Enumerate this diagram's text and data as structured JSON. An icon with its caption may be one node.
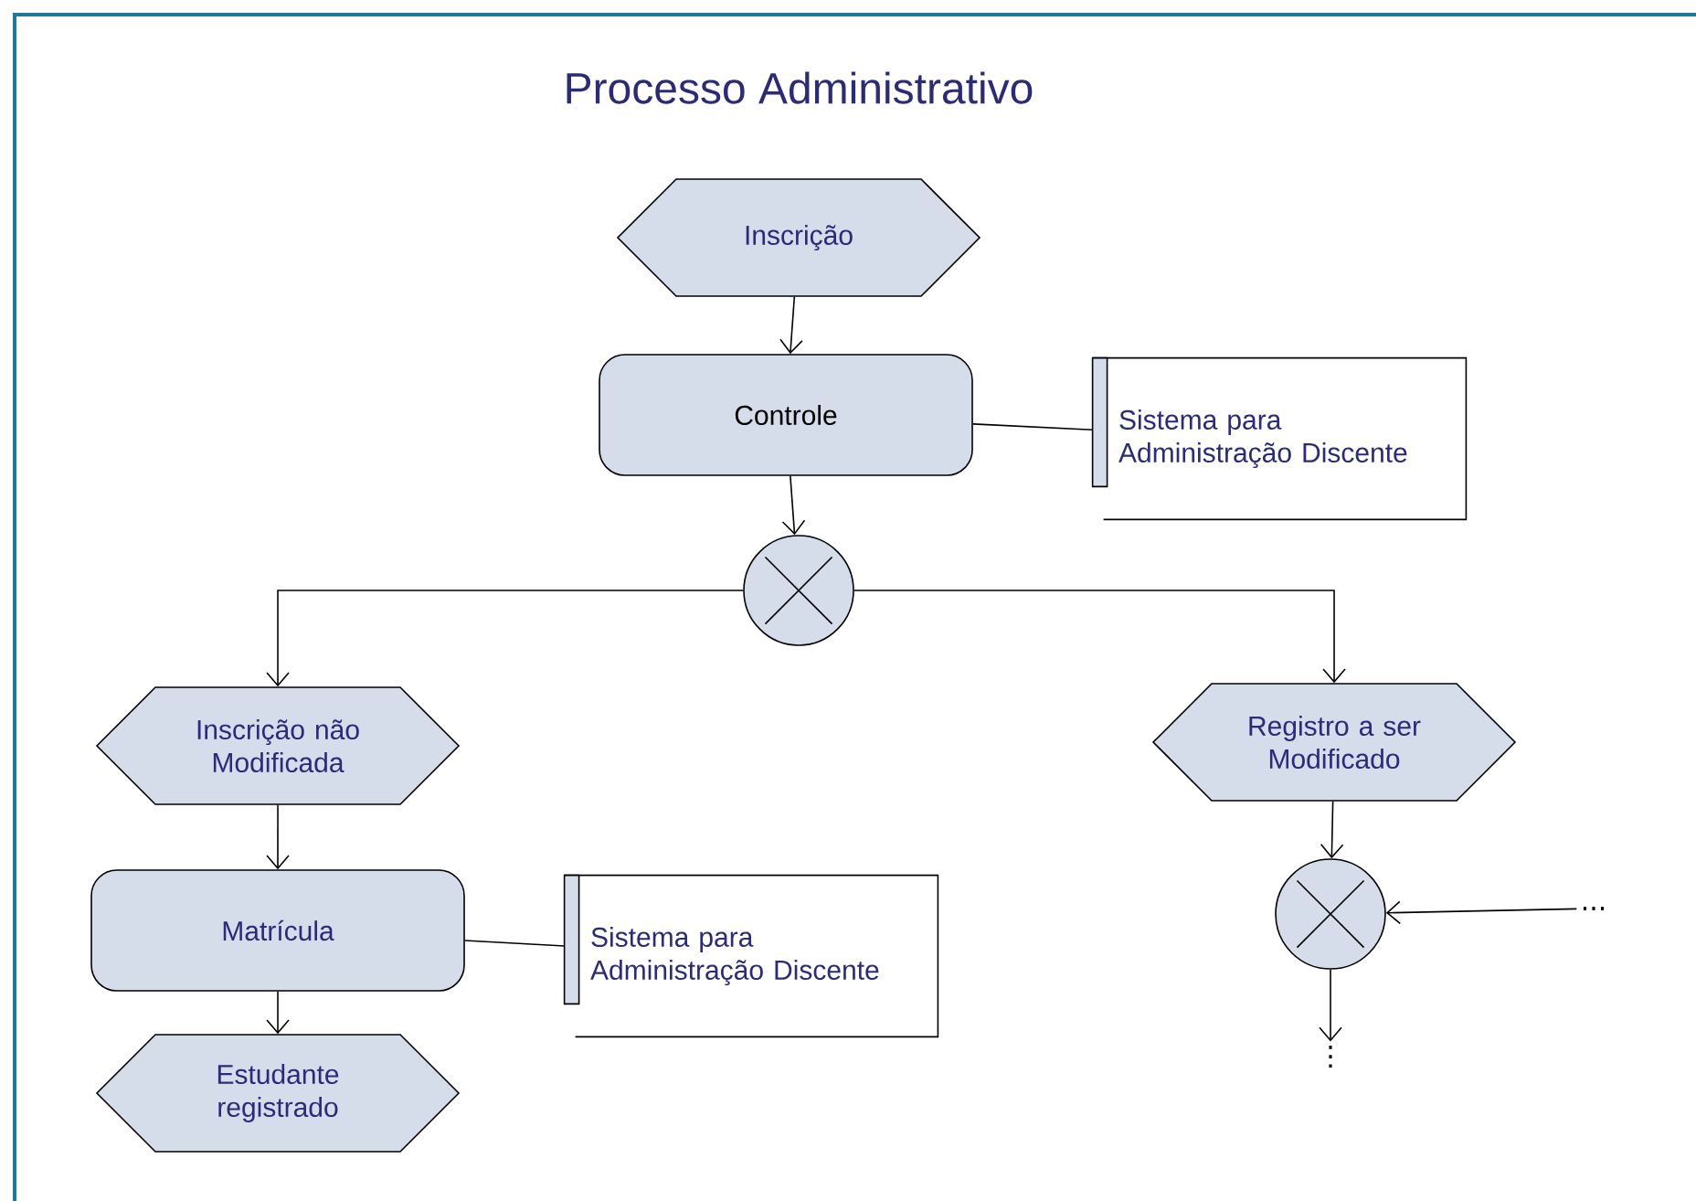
{
  "diagram": {
    "title": "Processo Administrativo",
    "nodes": [
      {
        "text": [
          "Inscrição"
        ]
      },
      {
        "text": [
          "Controle"
        ]
      },
      {
        "text": [
          "Sistema para Administração Discente"
        ]
      },
      {
        "text": [],
        "shape": "circle"
      },
      {
        "text": [
          "Inscrição não Modificada"
        ]
      },
      {
        "text": [
          "Registro a ser Modificado"
        ]
      },
      {
        "text": [
          "Matrícula"
        ]
      },
      {
        "text": [
          "Sistema para Administração Discente"
        ]
      },
      {
        "text": [],
        "shape": "circle"
      },
      {
        "text": [
          "..."
        ]
      },
      {
        "text": [
          "Estudante registrado"
        ]
      },
      {
        "text": [
          "⋮"
        ]
      }
    ],
    "edges": [
      {
        "from": 0,
        "to": 1,
        "arrow": "to"
      },
      {
        "from": 1,
        "to": 2,
        "arrow": "none"
      },
      {
        "from": 1,
        "to": 3,
        "arrow": "to"
      },
      {
        "from": 3,
        "to": 4,
        "arrow": "to"
      },
      {
        "from": 3,
        "to": 5,
        "arrow": "to"
      },
      {
        "from": 4,
        "to": 6,
        "arrow": "to"
      },
      {
        "from": 6,
        "to": 7,
        "arrow": "none"
      },
      {
        "from": 6,
        "to": 10,
        "arrow": "to"
      },
      {
        "from": 5,
        "to": 8,
        "arrow": "to"
      },
      {
        "from": 9,
        "to": 8,
        "arrow": "to"
      },
      {
        "from": 8,
        "to": 11,
        "arrow": "to"
      }
    ]
  }
}
